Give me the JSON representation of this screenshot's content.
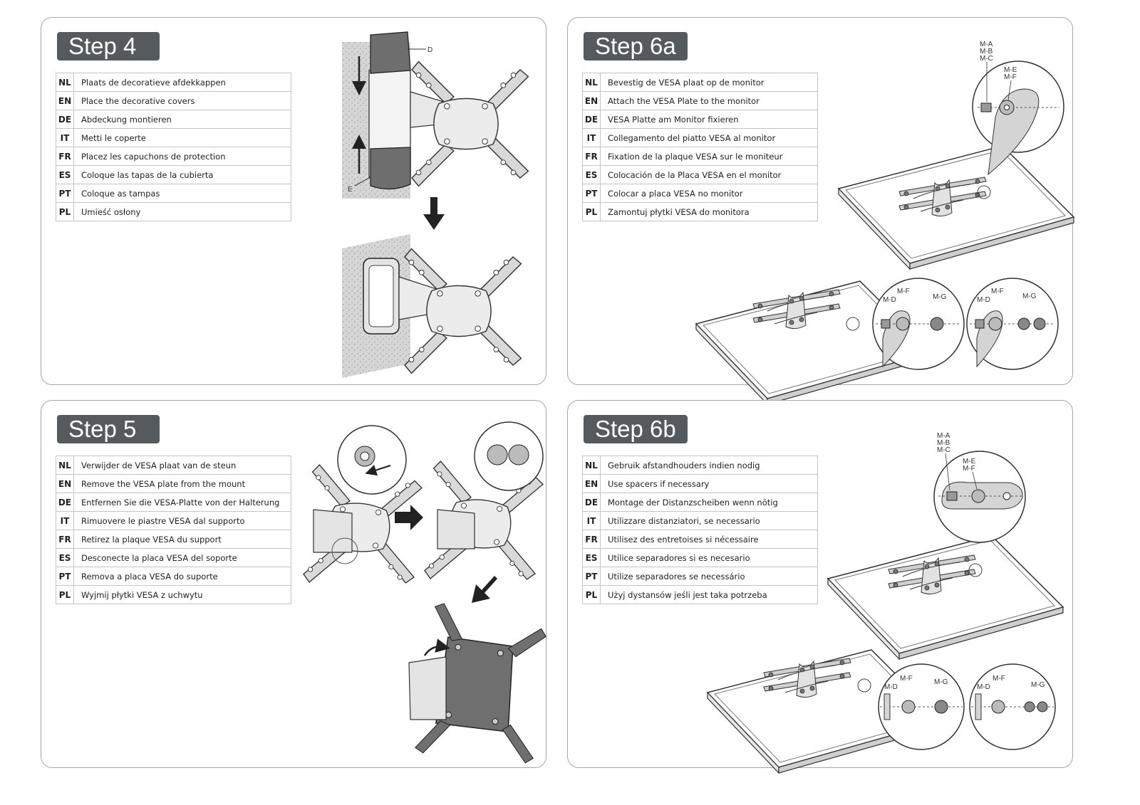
{
  "steps": [
    {
      "title": "Step 4",
      "rows": [
        {
          "code": "NL",
          "text": "Plaats de decoratieve afdekkappen"
        },
        {
          "code": "EN",
          "text": "Place the decorative covers"
        },
        {
          "code": "DE",
          "text": "Abdeckung montieren"
        },
        {
          "code": "IT",
          "text": "Metti le coperte"
        },
        {
          "code": "FR",
          "text": "Placez les capuchons de protection"
        },
        {
          "code": "ES",
          "text": "Coloque las tapas de la cubierta"
        },
        {
          "code": "PT",
          "text": "Coloque as tampas"
        },
        {
          "code": "PL",
          "text": "Umieść osłony"
        }
      ],
      "labels": {
        "d": "D",
        "e": "E"
      }
    },
    {
      "title": "Step 6a",
      "rows": [
        {
          "code": "NL",
          "text": "Bevestig de VESA plaat op de monitor"
        },
        {
          "code": "EN",
          "text": "Attach the VESA Plate to the monitor"
        },
        {
          "code": "DE",
          "text": "VESA Platte am Monitor fixieren"
        },
        {
          "code": "IT",
          "text": "Collegamento del piatto VESA al monitor"
        },
        {
          "code": "FR",
          "text": "Fixation de la plaque VESA sur le moniteur"
        },
        {
          "code": "ES",
          "text": "Colocación de la Placa VESA en el monitor"
        },
        {
          "code": "PT",
          "text": "Colocar a placa VESA no monitor"
        },
        {
          "code": "PL",
          "text": "Zamontuj płytki VESA do monitora"
        }
      ],
      "labels": {
        "ma": "M-A",
        "mb": "M-B",
        "mc": "M-C",
        "me": "M-E",
        "mf": "M-F",
        "md": "M-D",
        "mg": "M-G"
      }
    },
    {
      "title": "Step 5",
      "rows": [
        {
          "code": "NL",
          "text": "Verwijder de VESA plaat van de steun"
        },
        {
          "code": "EN",
          "text": "Remove the VESA plate from the mount"
        },
        {
          "code": "DE",
          "text": "Entfernen Sie die VESA-Platte von der Halterung"
        },
        {
          "code": "IT",
          "text": "Rimuovere le piastre VESA dal supporto"
        },
        {
          "code": "FR",
          "text": "Retirez la plaque VESA du support"
        },
        {
          "code": "ES",
          "text": "Desconecte la placa VESA del soporte"
        },
        {
          "code": "PT",
          "text": "Remova a placa VESA do suporte"
        },
        {
          "code": "PL",
          "text": "Wyjmij płytki VESA z uchwytu"
        }
      ]
    },
    {
      "title": "Step 6b",
      "rows": [
        {
          "code": "NL",
          "text": "Gebruik afstandhouders indien nodig"
        },
        {
          "code": "EN",
          "text": "Use spacers if necessary"
        },
        {
          "code": "DE",
          "text": "Montage der Distanzscheiben wenn nötig"
        },
        {
          "code": "IT",
          "text": "Utilizzare distanziatori, se necessario"
        },
        {
          "code": "FR",
          "text": "Utilisez des entretoises si nécessaire"
        },
        {
          "code": "ES",
          "text": "Utilice separadores si es necesario"
        },
        {
          "code": "PT",
          "text": "Utilize separadores se necessário"
        },
        {
          "code": "PL",
          "text": "Użyj dystansów jeśli jest taka potrzeba"
        }
      ],
      "labels": {
        "ma": "M-A",
        "mb": "M-B",
        "mc": "M-C",
        "me": "M-E",
        "mf": "M-F",
        "md": "M-D",
        "mg": "M-G"
      }
    }
  ]
}
